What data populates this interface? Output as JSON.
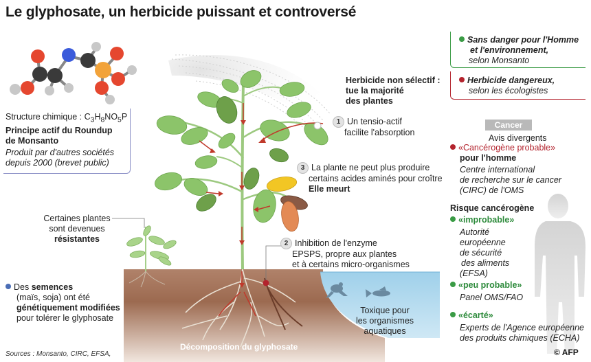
{
  "title": "Le glyphosate, un herbicide puissant et controversé",
  "structure": {
    "formula_prefix": "Structure chimique : C",
    "formula_c": "3",
    "formula_h": "H",
    "formula_h_sub": "8",
    "formula_no": "NO",
    "formula_o_sub": "5",
    "formula_p": "P",
    "principle_line1": "Principe actif du Roundup",
    "principle_line2": "de Monsanto",
    "produced_line1": "Produit par d'autres sociétés",
    "produced_line2": "depuis 2000 (brevet public)"
  },
  "legend": {
    "safe_line1": "Sans danger pour l'Homme",
    "safe_line2": "et l'environnement,",
    "safe_line3": "selon Monsanto",
    "danger_line1": "Herbicide dangereux,",
    "danger_line2": "selon les écologistes"
  },
  "herbicide": {
    "line1": "Herbicide non sélectif :",
    "line2": "tue la majorité",
    "line3": "des plantes"
  },
  "steps": [
    {
      "num": "1",
      "line1": "Un tensio-actif",
      "line2": "facilite l'absorption",
      "line3": ""
    },
    {
      "num": "2",
      "line1": "Inhibition de l'enzyme",
      "line2": "EPSPS, propre aux plantes",
      "line3": "et à certains micro-organismes"
    },
    {
      "num": "3",
      "line1": "La plante ne peut plus produire",
      "line2": "certains acides aminés pour croître",
      "line3": "Elle meurt"
    }
  ],
  "resistant": {
    "line1": "Certaines plantes",
    "line2": "sont devenues",
    "line3": "résistantes"
  },
  "seeds": {
    "w1": "Des ",
    "w2": "semences",
    "line2": "(maïs, soja) ont été",
    "line3": "génétiquement modifiées",
    "line4": "pour tolérer le glyphosate"
  },
  "toxic": {
    "line1": "Toxique pour",
    "line2": "les organismes",
    "line3": "aquatiques"
  },
  "decomposition": "Décomposition du glyphosate",
  "cancer": {
    "badge": "Cancer",
    "avis": "Avis divergents",
    "probable_line1": "«Cancérogène probable»",
    "probable_line2": "pour l'homme",
    "circ_line1": "Centre international",
    "circ_line2": "de recherche sur le cancer",
    "circ_line3": "(CIRC) de l'OMS",
    "risk_title": "Risque cancérogène",
    "improbable": "«improbable»",
    "efsa_line1": "Autorité",
    "efsa_line2": "européenne",
    "efsa_line3": "de sécurité",
    "efsa_line4": "des aliments",
    "efsa_line5": "(EFSA)",
    "peu_probable": "«peu probable»",
    "panel": "Panel OMS/FAO",
    "ecarte": "«écarté»",
    "echa_line1": "Experts de l'Agence européenne",
    "echa_line2": "des produits chimiques (ECHA)"
  },
  "sources": "Sources : Monsanto, CIRC, EFSA,",
  "logo": "© AFP",
  "colors": {
    "green": "#3a9b45",
    "red": "#b3232d",
    "blue": "#4a6db5",
    "soil": "#8b5a3c",
    "water": "#a9d4ec",
    "leaf": "#8cc46a"
  }
}
